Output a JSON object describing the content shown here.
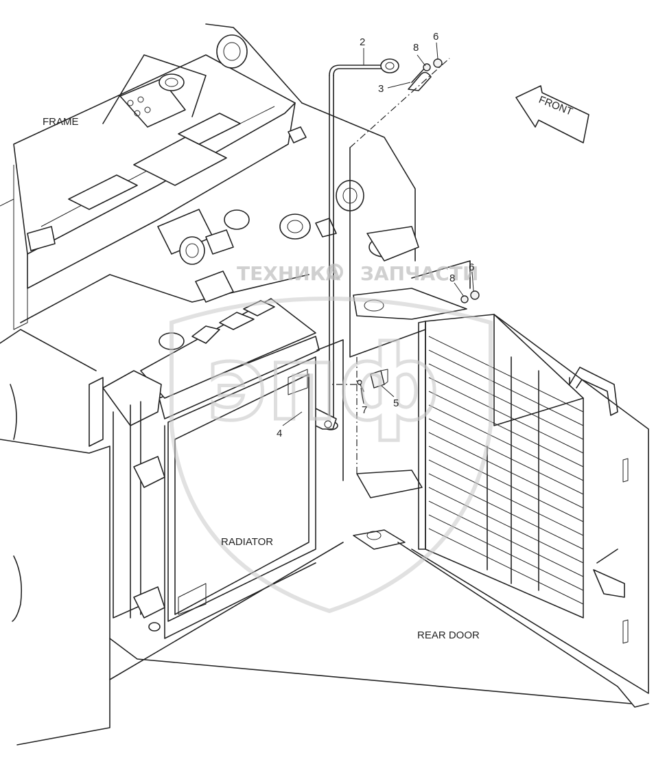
{
  "labels": {
    "frame": "FRAME",
    "radiator": "RADIATOR",
    "rear_door": "REAR DOOR",
    "front": "FRONT"
  },
  "callouts": {
    "c2": "2",
    "c3": "3",
    "c4": "4",
    "c5": "5",
    "c6a": "6",
    "c6b": "6",
    "c7": "7",
    "c8a": "8",
    "c8b": "8"
  },
  "watermark": {
    "text_left": "ТЕХНИКА",
    "text_right": "ЗАПЧАСТИ",
    "logo": "эпф"
  }
}
